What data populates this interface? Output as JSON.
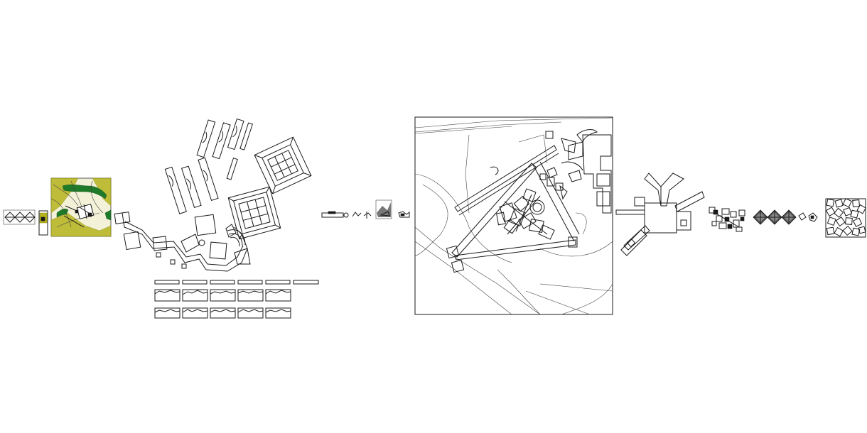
{
  "canvas": {
    "background": "#ffffff"
  },
  "colors": {
    "line": "#1a1a1a",
    "olive": "#b5b31e",
    "dark_green": "#1f7a2a",
    "grey": "#777777"
  },
  "drawings": [
    "diamond-lattice-small",
    "site-plan-thumbnail",
    "aerial-site-map-colored",
    "fan-layout-plan",
    "elevation-strips",
    "symbol-row",
    "site-plan-framed",
    "y-junction-plan",
    "clustered-plan",
    "diamond-lattice-large",
    "scattered-squares-plan"
  ]
}
